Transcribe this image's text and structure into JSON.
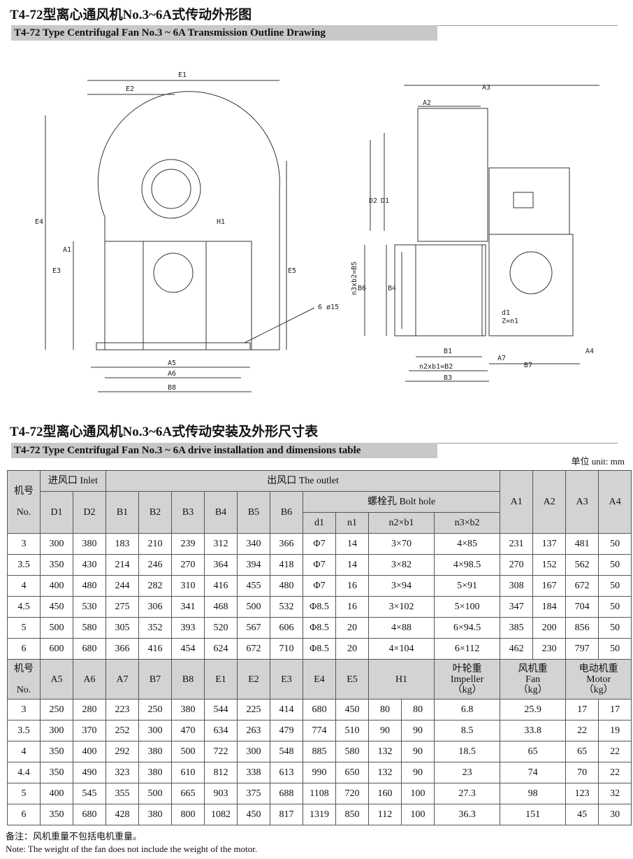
{
  "title1": "T4-72型离心通风机No.3~6A式传动外形图",
  "subtitle1": "T4-72 Type Centrifugal Fan No.3 ~ 6A Transmission Outline Drawing",
  "drawing_labels": {
    "E1": "E1",
    "E2": "E2",
    "E4": "E4",
    "H1": "H1",
    "A1": "A1",
    "E3": "E3",
    "E5": "E5",
    "A5": "A5",
    "A6": "A6",
    "B8": "B8",
    "hole": "6  ø15",
    "A3": "A3",
    "A2": "A2",
    "D2": "D2",
    "D1": "D1",
    "B6": "B6",
    "B4": "B4",
    "n3b2": "n3xb2=B5",
    "d1": "d1",
    "zn1": "Z=n1",
    "A4": "A4",
    "A7": "A7",
    "B7": "B7",
    "B1": "B1",
    "n2b1": "n2xb1=B2",
    "B3": "B3"
  },
  "title2": "T4-72型离心通风机No.3~6A式传动安装及外形尺寸表",
  "subtitle2": "T4-72 Type Centrifugal Fan No.3 ~ 6A drive installation and dimensions table",
  "unit": "单位  unit:  mm",
  "table1": {
    "headers": {
      "no_cn": "机号",
      "no_en": "No.",
      "inlet": "进风口  Inlet",
      "outlet": "出风口    The outlet",
      "bolt": "螺栓孔     Bolt hole",
      "D1": "D1",
      "D2": "D2",
      "B1": "B1",
      "B2": "B2",
      "B3": "B3",
      "B4": "B4",
      "B5": "B5",
      "B6": "B6",
      "d1": "d1",
      "n1": "n1",
      "n2b1": "n2×b1",
      "n3b2": "n3×b2",
      "A1": "A1",
      "A2": "A2",
      "A3": "A3",
      "A4": "A4"
    },
    "rows": [
      [
        "3",
        "300",
        "380",
        "183",
        "210",
        "239",
        "312",
        "340",
        "366",
        "Φ7",
        "14",
        "3×70",
        "4×85",
        "231",
        "137",
        "481",
        "50"
      ],
      [
        "3.5",
        "350",
        "430",
        "214",
        "246",
        "270",
        "364",
        "394",
        "418",
        "Φ7",
        "14",
        "3×82",
        "4×98.5",
        "270",
        "152",
        "562",
        "50"
      ],
      [
        "4",
        "400",
        "480",
        "244",
        "282",
        "310",
        "416",
        "455",
        "480",
        "Φ7",
        "16",
        "3×94",
        "5×91",
        "308",
        "167",
        "672",
        "50"
      ],
      [
        "4.5",
        "450",
        "530",
        "275",
        "306",
        "341",
        "468",
        "500",
        "532",
        "Φ8.5",
        "16",
        "3×102",
        "5×100",
        "347",
        "184",
        "704",
        "50"
      ],
      [
        "5",
        "500",
        "580",
        "305",
        "352",
        "393",
        "520",
        "567",
        "606",
        "Φ8.5",
        "20",
        "4×88",
        "6×94.5",
        "385",
        "200",
        "856",
        "50"
      ],
      [
        "6",
        "600",
        "680",
        "366",
        "416",
        "454",
        "624",
        "672",
        "710",
        "Φ8.5",
        "20",
        "4×104",
        "6×112",
        "462",
        "230",
        "797",
        "50"
      ]
    ]
  },
  "table2": {
    "headers": {
      "no_cn": "机号",
      "no_en": "No.",
      "A5": "A5",
      "A6": "A6",
      "A7": "A7",
      "B7": "B7",
      "B8": "B8",
      "E1": "E1",
      "E2": "E2",
      "E3": "E3",
      "E4": "E4",
      "E5": "E5",
      "H1": "H1",
      "imp_cn": "叶轮重",
      "imp_en": "Impeller",
      "fan_cn": "风机重",
      "fan_en": "Fan",
      "mot_cn": "电动机重",
      "mot_en": "Motor",
      "kg": "（kg）"
    },
    "rows": [
      [
        "3",
        "250",
        "280",
        "223",
        "250",
        "380",
        "544",
        "225",
        "414",
        "680",
        "450",
        "80",
        "80",
        "6.8",
        "25.9",
        "17",
        "17"
      ],
      [
        "3.5",
        "300",
        "370",
        "252",
        "300",
        "470",
        "634",
        "263",
        "479",
        "774",
        "510",
        "90",
        "90",
        "8.5",
        "33.8",
        "22",
        "19"
      ],
      [
        "4",
        "350",
        "400",
        "292",
        "380",
        "500",
        "722",
        "300",
        "548",
        "885",
        "580",
        "132",
        "90",
        "18.5",
        "65",
        "65",
        "22"
      ],
      [
        "4.4",
        "350",
        "490",
        "323",
        "380",
        "610",
        "812",
        "338",
        "613",
        "990",
        "650",
        "132",
        "90",
        "23",
        "74",
        "70",
        "22"
      ],
      [
        "5",
        "400",
        "545",
        "355",
        "500",
        "665",
        "903",
        "375",
        "688",
        "1108",
        "720",
        "160",
        "100",
        "27.3",
        "98",
        "123",
        "32"
      ],
      [
        "6",
        "350",
        "680",
        "428",
        "380",
        "800",
        "1082",
        "450",
        "817",
        "1319",
        "850",
        "112",
        "100",
        "36.3",
        "151",
        "45",
        "30"
      ]
    ]
  },
  "note_cn": "备注：风机重量不包括电机重量。",
  "note_en": "Note: The weight of the fan does not include the weight of the motor."
}
